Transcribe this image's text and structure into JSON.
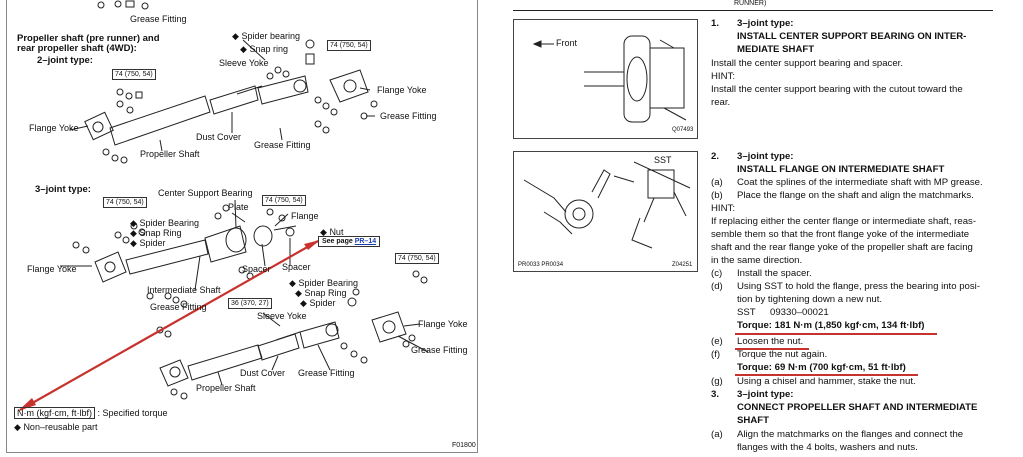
{
  "left": {
    "top_label": "Grease Fitting",
    "section_title_line1": "Propeller shaft (pre runner) and",
    "section_title_line2": "rear propeller shaft (4WD):",
    "two_joint": {
      "type_label": "2–joint type:",
      "spider_bearing": "Spider bearing",
      "snap_ring": "Snap ring",
      "sleeve_yoke": "Sleeve Yoke",
      "torque_box_top": "74 (750, 54)",
      "torque_box_left": "74 (750, 54)",
      "flange_yoke_right": "Flange Yoke",
      "grease_fitting_right": "Grease Fitting",
      "flange_yoke_left": "Flange Yoke",
      "dust_cover": "Dust Cover",
      "grease_fitting_bottom": "Grease Fitting",
      "propeller_shaft": "Propeller Shaft"
    },
    "three_joint": {
      "type_label": "3–joint type:",
      "center_support_bearing": "Center Support Bearing",
      "plate": "Plate",
      "torque_box_1": "74 (750, 54)",
      "torque_box_2": "74 (750, 54)",
      "spider_bearing": "Spider Bearing",
      "snap_ring": "Snap Ring",
      "spider": "Spider",
      "flange": "Flange",
      "nut": "Nut",
      "see_page": "See page",
      "see_page_ref": "PR–14",
      "torque_box_right": "74 (750, 54)",
      "flange_yoke_left": "Flange Yoke",
      "spacer_1": "Spacer",
      "spacer_2": "Spacer",
      "intermediate_shaft": "Intermediate Shaft",
      "spider_bearing_2": "Spider Bearing",
      "snap_ring_2": "Snap Ring",
      "spider_2": "Spider",
      "grease_fitting_1": "Grease Fitting",
      "torque_box_36": "36 (370, 27)",
      "sleeve_yoke": "Sleeve Yoke",
      "flange_yoke_right": "Flange Yoke",
      "grease_fitting_right": "Grease Fitting",
      "dust_cover": "Dust Cover",
      "grease_fitting_bottom": "Grease Fitting",
      "propeller_shaft": "Propeller Shaft"
    },
    "legend_torque_units": "N·m (kgf·cm, ft·lbf)",
    "legend_torque_desc": ": Specified torque",
    "legend_nonreusable": "Non–reusable part",
    "figure_code": "F01800"
  },
  "right": {
    "header_fragment": "RUNNER)",
    "fig1": {
      "front_label": "Front",
      "code": "Q07493"
    },
    "fig2": {
      "sst_label": "SST",
      "code_left": "PR0033 PR0034",
      "code_right": "Z04251"
    },
    "step1": {
      "num": "1.",
      "type": "3–joint type:",
      "title1": "INSTALL CENTER SUPPORT BEARING ON INTER-",
      "title2": "MEDIATE SHAFT",
      "line1": "Install the center support bearing and spacer.",
      "hint": "HINT:",
      "line2": "Install the center support bearing with the cutout toward the",
      "line3": "rear."
    },
    "step2": {
      "num": "2.",
      "type": "3–joint type:",
      "title": "INSTALL FLANGE ON INTERMEDIATE SHAFT",
      "a_tag": "(a)",
      "a_text": "Coat the splines of the intermediate shaft with MP grease.",
      "b_tag": "(b)",
      "b_text": "Place the flange on the shaft and align the matchmarks.",
      "hint": "HINT:",
      "hint1": "If replacing either the center flange or intermediate shaft, reas-",
      "hint2": "semble them so that the front flange yoke of the intermediate",
      "hint3": "shaft and the rear flange yoke of the propeller shaft are facing",
      "hint4": "in the same direction.",
      "c_tag": "(c)",
      "c_text": "Install the spacer.",
      "d_tag": "(d)",
      "d_text1": "Using SST to hold the flange, press the bearing into posi-",
      "d_text2": "tion by tightening down a new nut.",
      "sst_label": "SST",
      "sst_num": "09330–00021",
      "torque1": "Torque: 181 N·m (1,850 kgf·cm, 134 ft·lbf)",
      "e_tag": "(e)",
      "e_text": "Loosen the nut.",
      "f_tag": "(f)",
      "f_text": "Torque the nut again.",
      "torque2": "Torque: 69 N·m (700 kgf·cm, 51 ft·lbf)",
      "g_tag": "(g)",
      "g_text": "Using a chisel and hammer, stake the nut."
    },
    "step3": {
      "num": "3.",
      "type": "3–joint type:",
      "title1": "CONNECT PROPELLER SHAFT AND INTERMEDIATE",
      "title2": "SHAFT",
      "a_tag": "(a)",
      "a_text1": "Align the matchmarks on the flanges and connect the",
      "a_text2": "flanges with the 4 bolts, washers and nuts."
    }
  },
  "colors": {
    "annotation_red": "#c8322d",
    "link_blue": "#1a3fb0"
  }
}
